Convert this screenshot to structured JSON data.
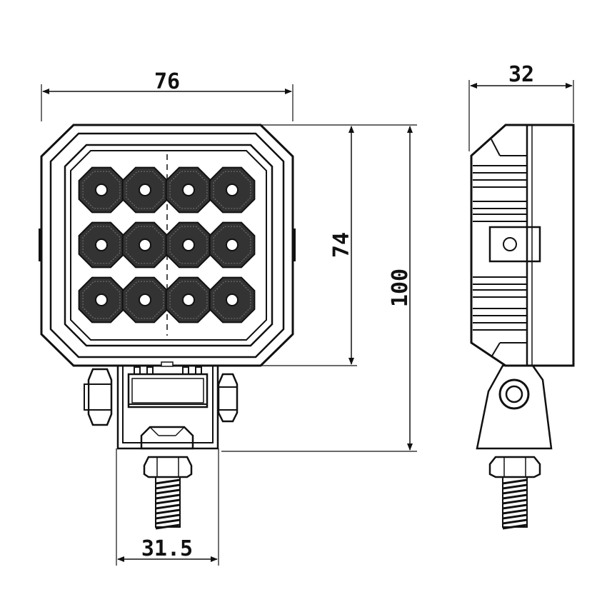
{
  "dimensions": {
    "width": "76",
    "height_lens": "74",
    "height_total": "100",
    "depth": "32",
    "bracket_width": "31.5"
  },
  "led_grid": {
    "rows": 3,
    "cols": 4
  },
  "colors": {
    "line": "#111111",
    "background": "#ffffff",
    "led_fill": "#333333"
  }
}
